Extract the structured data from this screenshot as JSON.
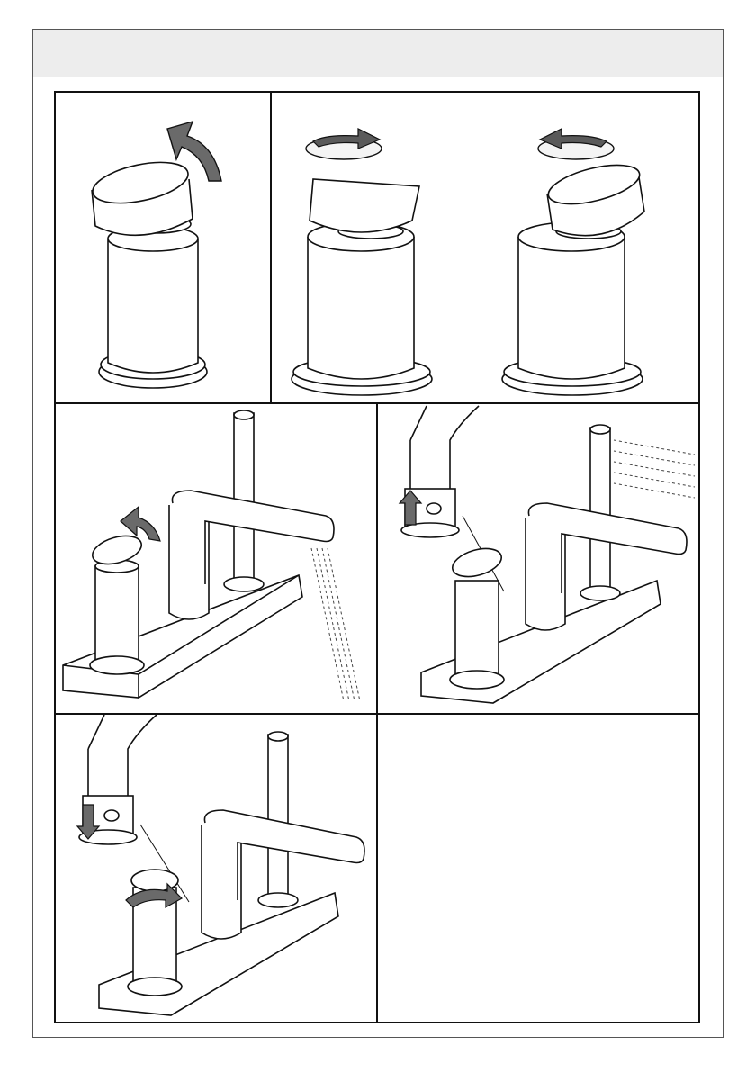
{
  "document": {
    "header_text": "",
    "page_number": ""
  },
  "panels": [
    {
      "id": "a",
      "subject": "mixer-lever-lift",
      "arrows": [
        "lift-arrow"
      ]
    },
    {
      "id": "b",
      "subject": "mixer-rotate-clockwise",
      "arrows": [
        "rotate-clockwise-arrow"
      ]
    },
    {
      "id": "c",
      "subject": "mixer-rotate-counterclockwise",
      "arrows": [
        "rotate-counterclockwise-arrow"
      ]
    },
    {
      "id": "d",
      "subject": "spout-water-flow",
      "arrows": [
        "lift-arrow"
      ]
    },
    {
      "id": "e",
      "subject": "diverter-pull-up-handshower",
      "arrows": [
        "up-arrow"
      ]
    },
    {
      "id": "f",
      "subject": "diverter-push-down-close",
      "arrows": [
        "down-arrow",
        "rotate-close-arrow"
      ]
    },
    {
      "id": "g",
      "subject": "empty-panel",
      "arrows": []
    }
  ],
  "colors": {
    "line": "#111111",
    "arrow_fill_light": "#f4f4f4",
    "arrow_fill_dark": "#5a5a5a",
    "header_band": "#ededed"
  }
}
